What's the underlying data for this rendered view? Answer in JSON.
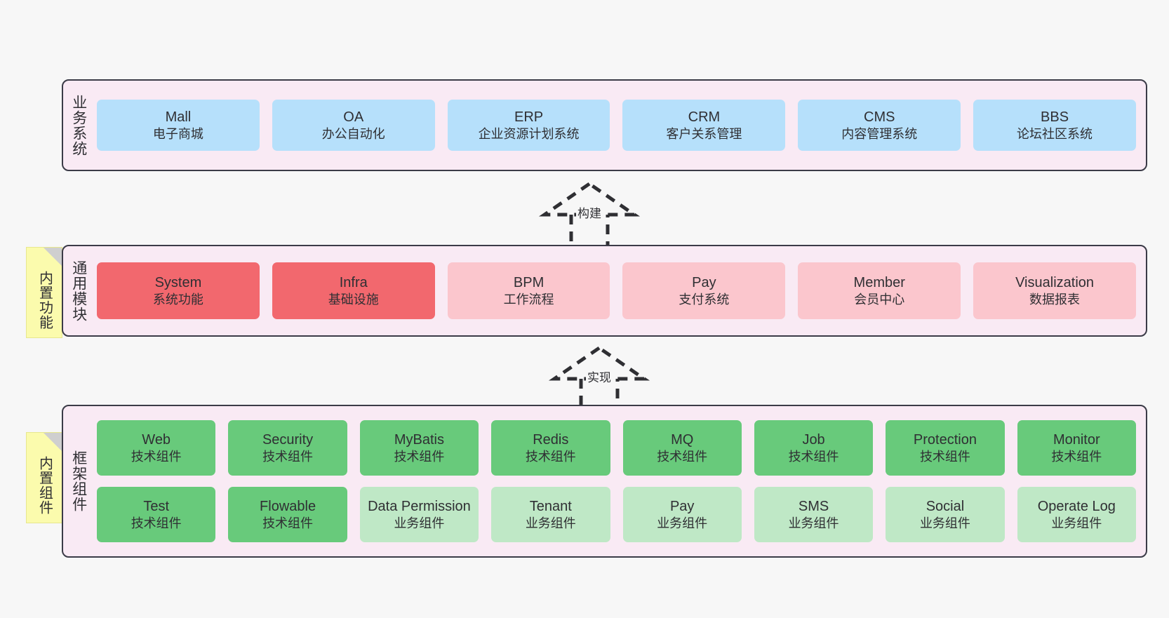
{
  "diagram": {
    "background_color": "#f7f7f7",
    "band_fill": "#f9eaf4",
    "band_border": "#3b3b47",
    "note_color": "#fbfbad"
  },
  "bands": [
    {
      "id": "business",
      "title": "业务系统",
      "accent": "#b6e0fb",
      "rows": [
        {
          "cards": [
            {
              "name": "Mall",
              "desc": "电子商城",
              "color": "#b6e0fb"
            },
            {
              "name": "OA",
              "desc": "办公自动化",
              "color": "#b6e0fb"
            },
            {
              "name": "ERP",
              "desc": "企业资源计划系统",
              "color": "#b6e0fb"
            },
            {
              "name": "CRM",
              "desc": "客户关系管理",
              "color": "#b6e0fb"
            },
            {
              "name": "CMS",
              "desc": "内容管理系统",
              "color": "#b6e0fb"
            },
            {
              "name": "BBS",
              "desc": "论坛社区系统",
              "color": "#b6e0fb"
            }
          ]
        }
      ]
    },
    {
      "id": "modules",
      "title": "通用模块",
      "note": "内置功能",
      "accent": "#f2686e",
      "rows": [
        {
          "cards": [
            {
              "name": "System",
              "desc": "系统功能",
              "color": "#f2686e"
            },
            {
              "name": "Infra",
              "desc": "基础设施",
              "color": "#f2686e"
            },
            {
              "name": "BPM",
              "desc": "工作流程",
              "color": "#fbc6cd"
            },
            {
              "name": "Pay",
              "desc": "支付系统",
              "color": "#fbc6cd"
            },
            {
              "name": "Member",
              "desc": "会员中心",
              "color": "#fbc6cd"
            },
            {
              "name": "Visualization",
              "desc": "数据报表",
              "color": "#fbc6cd"
            }
          ]
        }
      ]
    },
    {
      "id": "framework",
      "title": "框架组件",
      "note": "内置组件",
      "accent": "#68ca7b",
      "rows": [
        {
          "cards": [
            {
              "name": "Web",
              "desc": "技术组件",
              "color": "#68ca7b"
            },
            {
              "name": "Security",
              "desc": "技术组件",
              "color": "#68ca7b"
            },
            {
              "name": "MyBatis",
              "desc": "技术组件",
              "color": "#68ca7b"
            },
            {
              "name": "Redis",
              "desc": "技术组件",
              "color": "#68ca7b"
            },
            {
              "name": "MQ",
              "desc": "技术组件",
              "color": "#68ca7b"
            },
            {
              "name": "Job",
              "desc": "技术组件",
              "color": "#68ca7b"
            },
            {
              "name": "Protection",
              "desc": "技术组件",
              "color": "#68ca7b"
            },
            {
              "name": "Monitor",
              "desc": "技术组件",
              "color": "#68ca7b"
            }
          ]
        },
        {
          "cards": [
            {
              "name": "Test",
              "desc": "技术组件",
              "color": "#68ca7b"
            },
            {
              "name": "Flowable",
              "desc": "技术组件",
              "color": "#68ca7b"
            },
            {
              "name": "Data Permission",
              "desc": "业务组件",
              "color": "#bfe8c6"
            },
            {
              "name": "Tenant",
              "desc": "业务组件",
              "color": "#bfe8c6"
            },
            {
              "name": "Pay",
              "desc": "业务组件",
              "color": "#bfe8c6"
            },
            {
              "name": "SMS",
              "desc": "业务组件",
              "color": "#bfe8c6"
            },
            {
              "name": "Social",
              "desc": "业务组件",
              "color": "#bfe8c6"
            },
            {
              "name": "Operate Log",
              "desc": "业务组件",
              "color": "#bfe8c6"
            }
          ]
        }
      ]
    }
  ],
  "connectors": [
    {
      "id": "build",
      "label": "构建",
      "style": "dashed-generalization"
    },
    {
      "id": "impl",
      "label": "实现",
      "style": "dashed-generalization"
    }
  ]
}
